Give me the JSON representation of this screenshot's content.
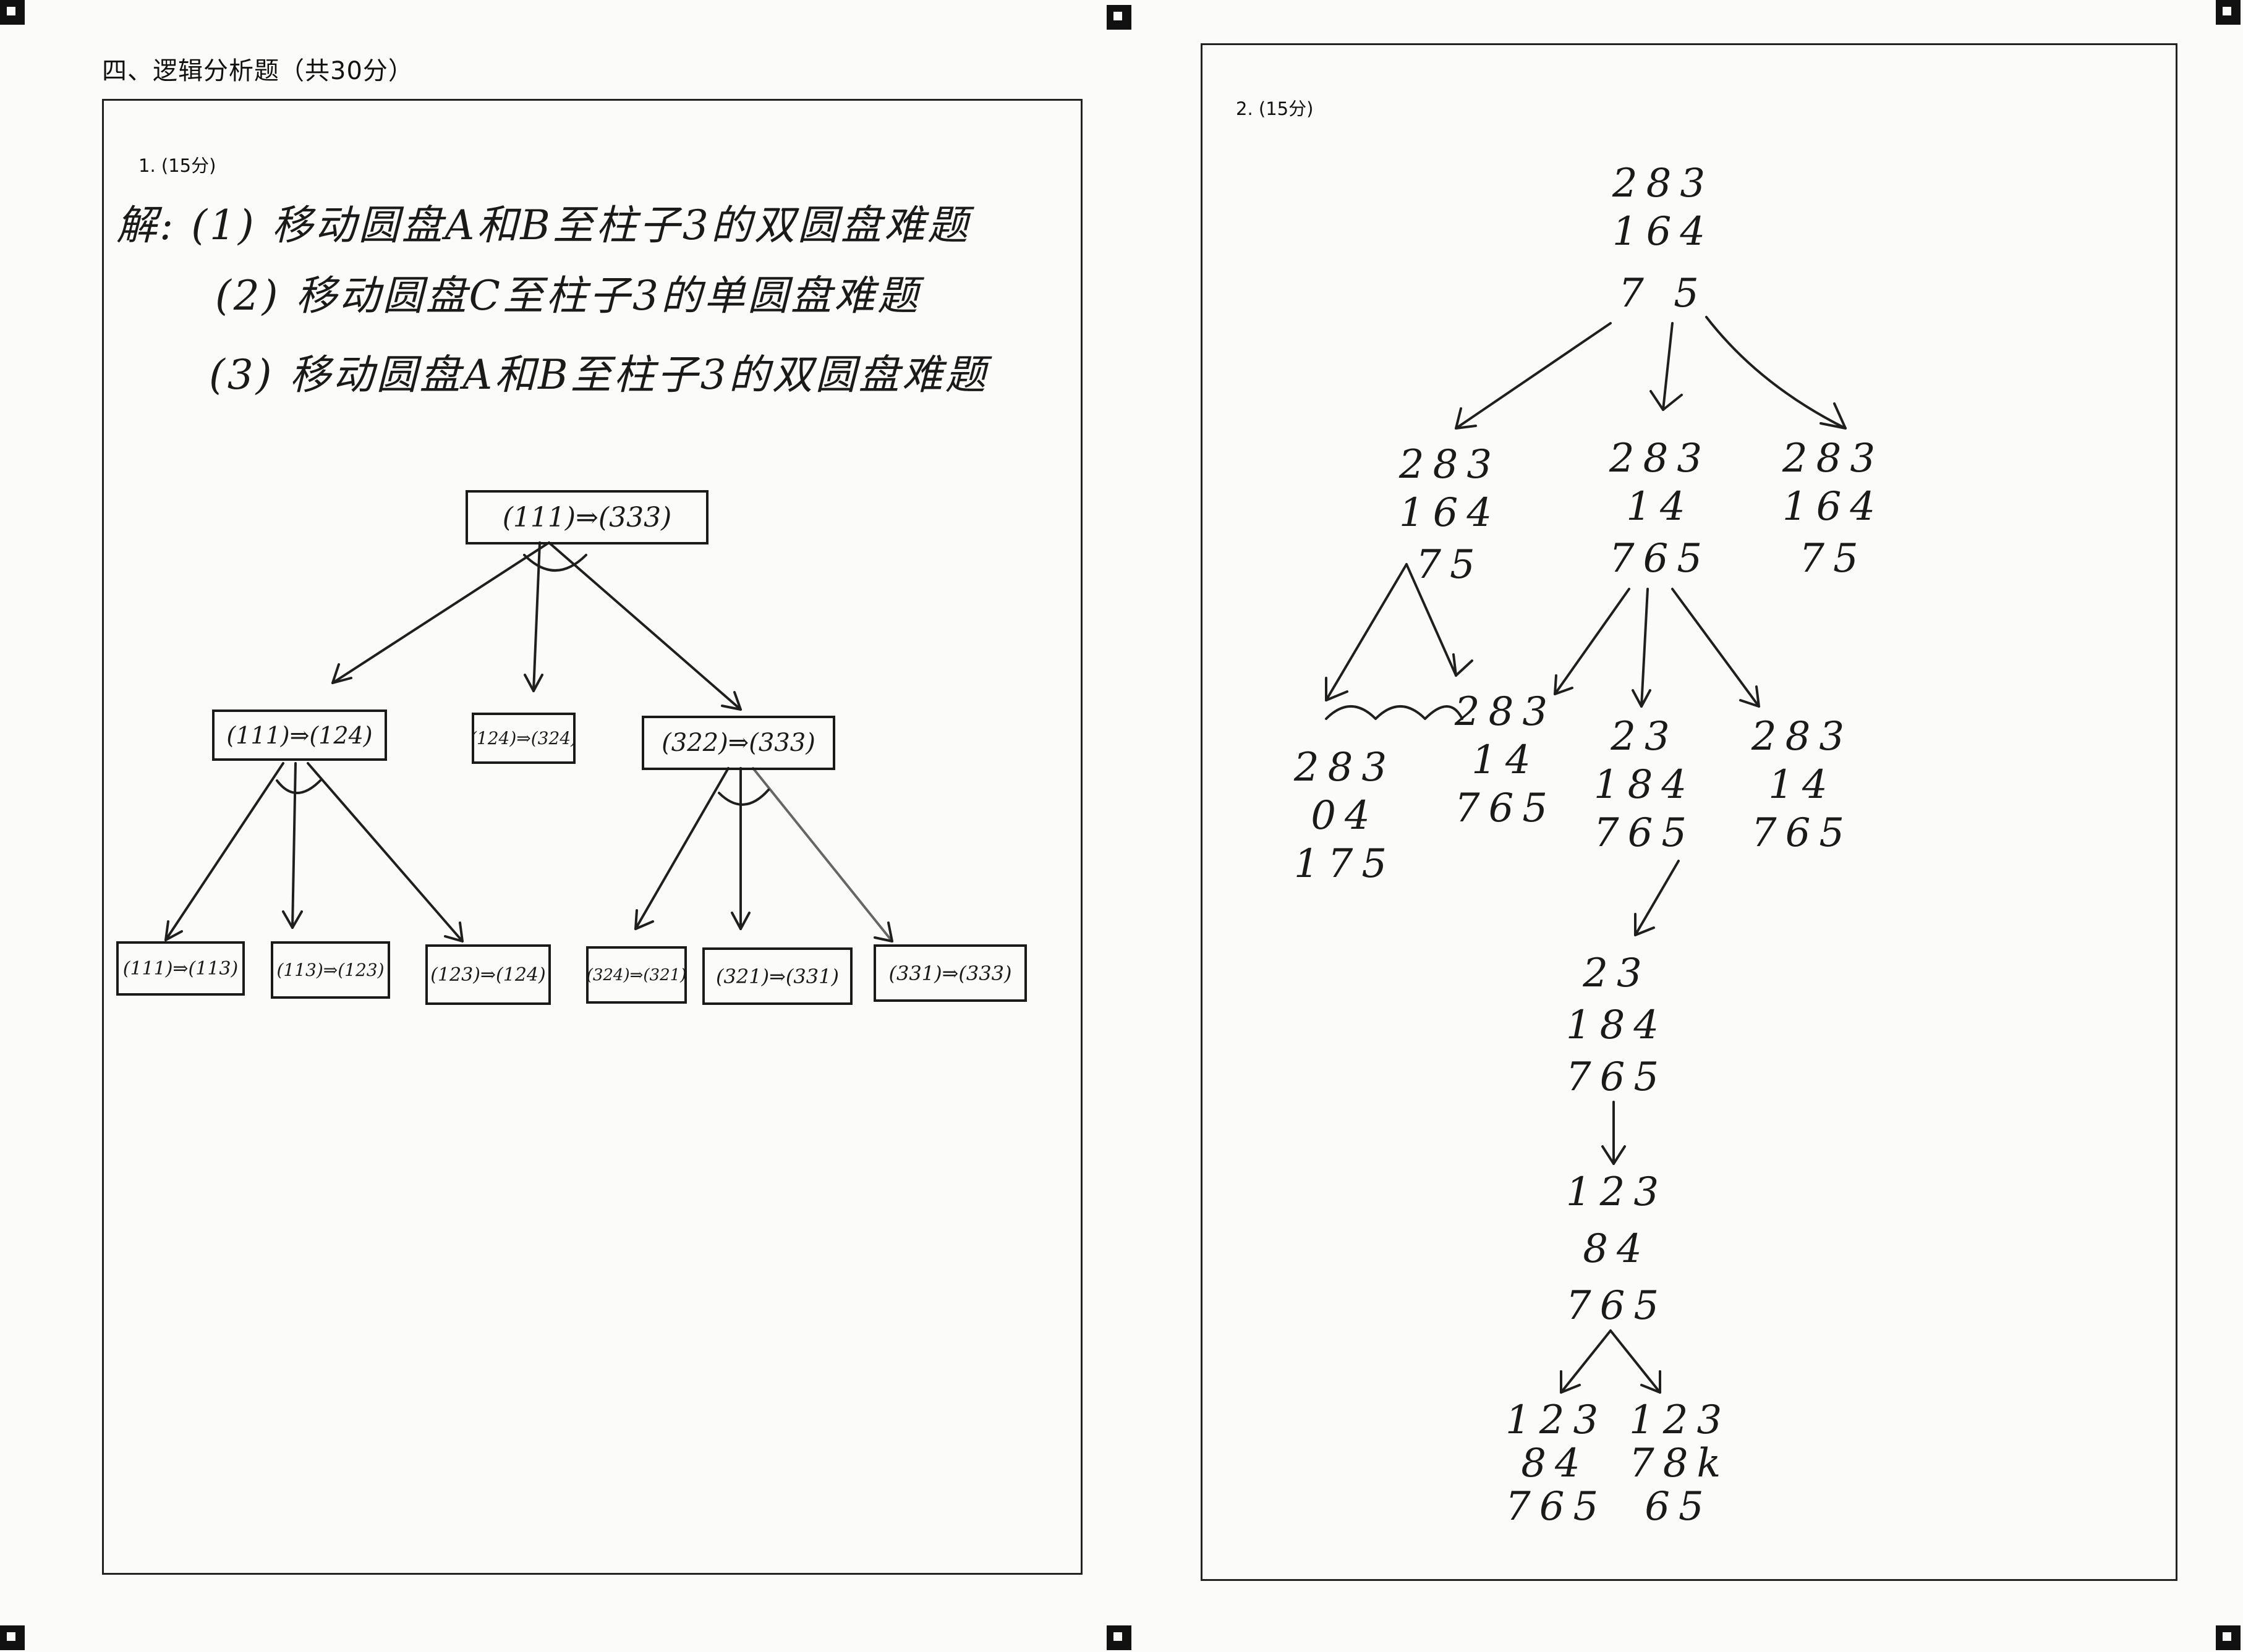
{
  "page": {
    "section_title": "四、逻辑分析题（共30分）"
  },
  "q1": {
    "label": "1. (15分)",
    "lines": [
      "解: (1) 移动圆盘A和B至柱子3的双圆盘难题",
      "(2) 移动圆盘C至柱子3的单圆盘难题",
      "(3) 移动圆盘A和B至柱子3的双圆盘难题"
    ],
    "tree": {
      "root": "(111)⇒(333)",
      "level1": [
        "(111)⇒(124)",
        "(124)⇒(324)",
        "(322)⇒(333)"
      ],
      "level2": [
        "(111)⇒(113)",
        "(113)⇒(123)",
        "(123)⇒(124)",
        "(324)⇒(321)",
        "(321)⇒(331)",
        "(331)⇒(333)"
      ]
    }
  },
  "q2": {
    "label": "2. (15分)",
    "states": {
      "root": [
        "283",
        "164",
        "7 5"
      ],
      "l1_left": [
        "283",
        "164",
        "75"
      ],
      "l1_mid": [
        "283",
        "14",
        "765"
      ],
      "l1_right": [
        "283",
        "164",
        "75"
      ],
      "l2_a": [
        "283",
        "04",
        "175"
      ],
      "l2_b": [
        "283",
        "14",
        "765"
      ],
      "l2_c": [
        "23",
        "184",
        "765"
      ],
      "l2_d": [
        "283",
        "14",
        "765"
      ],
      "l3": [
        "23",
        "184",
        "765"
      ],
      "l4": [
        "123",
        "84",
        "765"
      ],
      "l5_left": [
        "123",
        "84",
        "765"
      ],
      "l5_right": [
        "123",
        "78k",
        "65"
      ]
    }
  }
}
